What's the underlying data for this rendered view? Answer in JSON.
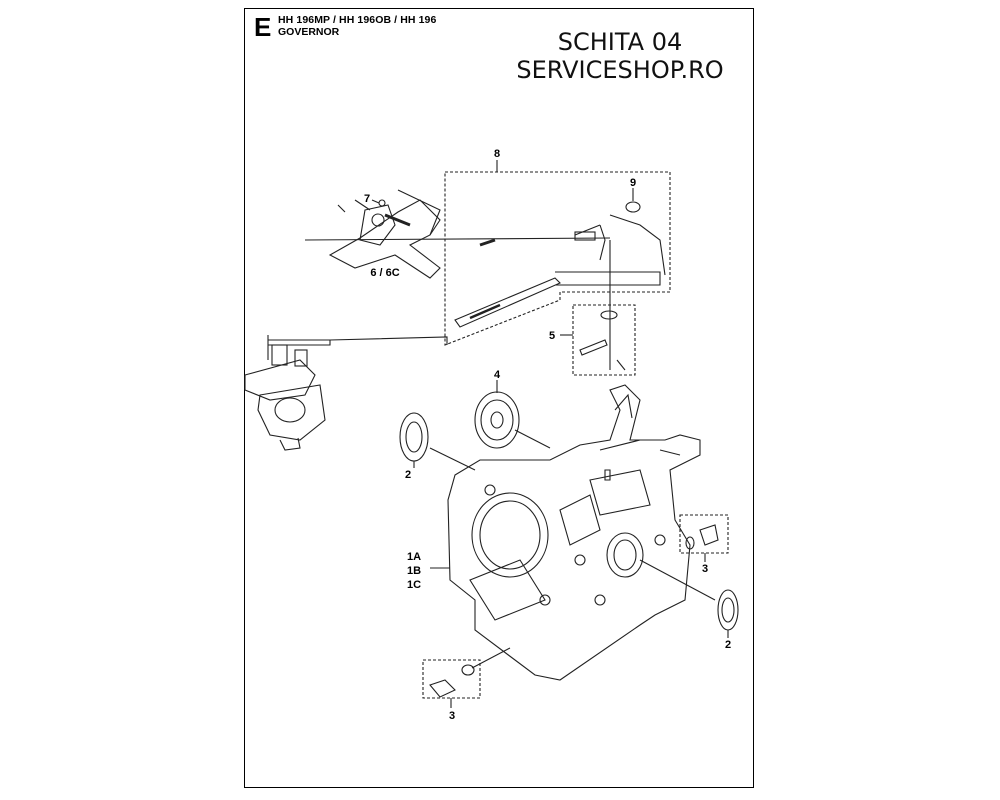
{
  "header": {
    "section_letter": "E",
    "models": "HH 196MP / HH 196OB / HH 196",
    "assembly": "GOVERNOR"
  },
  "watermark": {
    "line1": "SCHITA 04",
    "line2": "SERVICESHOP.RO"
  },
  "callouts": {
    "c8": "8",
    "c9": "9",
    "c7": "7",
    "c6": "6 / 6C",
    "c5": "5",
    "c4": "4",
    "c2_left": "2",
    "c1a": "1A",
    "c1b": "1B",
    "c1c": "1C",
    "c3_right": "3",
    "c2_right": "2",
    "c3_bottom": "3"
  },
  "colors": {
    "line": "#222222",
    "frame": "#000000"
  }
}
